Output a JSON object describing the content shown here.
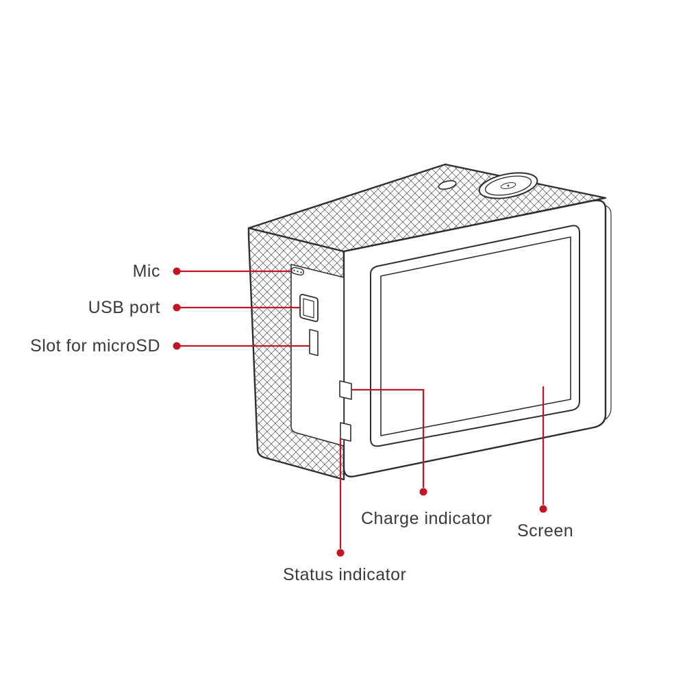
{
  "labels": {
    "mic": "Mic",
    "usb_port": "USB port",
    "microsd_slot": "Slot for microSD",
    "charge_indicator": "Charge indicator",
    "screen": "Screen",
    "status_indicator": "Status indicator"
  },
  "colors": {
    "callout": "#c41323",
    "outline": "#2d2d2d",
    "text": "#3a3a3a",
    "background": "#ffffff"
  }
}
